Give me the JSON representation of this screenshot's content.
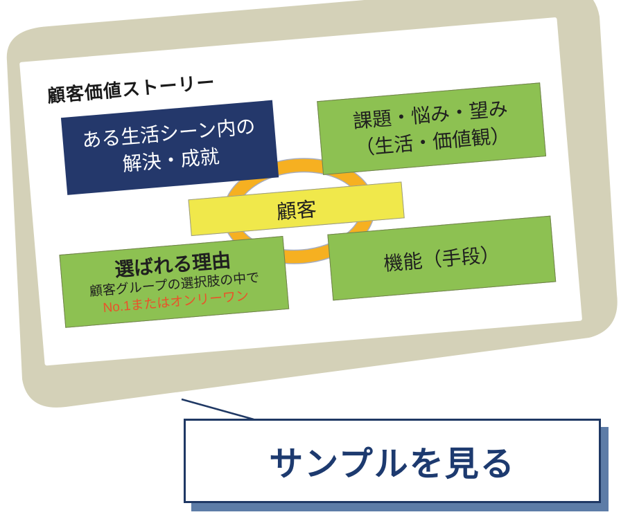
{
  "card": {
    "title": "顧客価値ストーリー",
    "colors": {
      "backdrop_beige": "#d4d1b8",
      "card_bg": "#ffffff",
      "navy_box": "#24386b",
      "green_box": "#8dc152",
      "yellow_box": "#f0e84b",
      "ring_orange": "#f6b021",
      "accent_red": "#e9532a"
    },
    "boxes": {
      "scene": {
        "line1": "ある生活シーン内の",
        "line2": "解決・成就"
      },
      "needs": {
        "line1": "課題・悩み・望み",
        "line2": "（生活・価値観）"
      },
      "customer": {
        "label": "顧客"
      },
      "reason": {
        "line1": "選ばれる理由",
        "line2": "顧客グループの選択肢の中で",
        "line3": "No.1またはオンリーワン"
      },
      "function": {
        "label": "機能（手段）"
      }
    }
  },
  "cta": {
    "label": "サンプルを見る",
    "colors": {
      "text": "#1d3a6f",
      "border": "#1f3864",
      "shadow": "#5d7ca7"
    }
  }
}
